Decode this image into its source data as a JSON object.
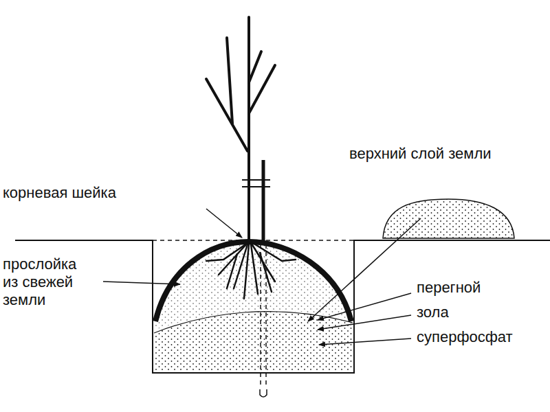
{
  "diagram": {
    "labels": [
      "корневая шейка",
      "верхний слой земли",
      "прослойка из свежей земли",
      "перегной",
      "зола",
      "суперфосфат"
    ]
  }
}
